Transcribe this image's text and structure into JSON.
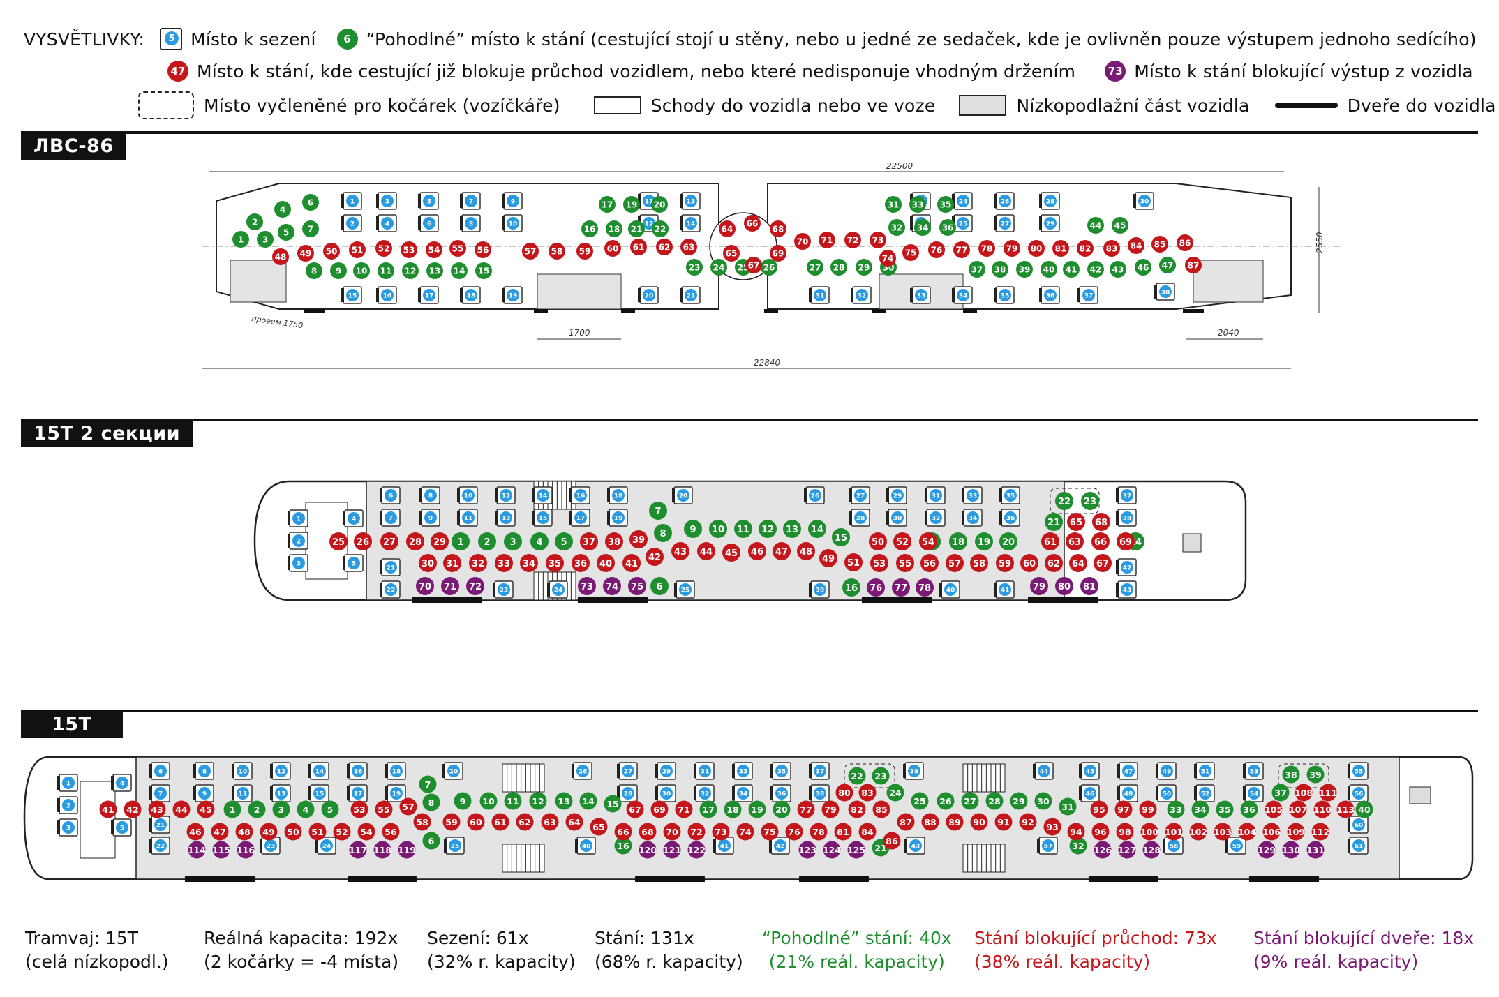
{
  "colors": {
    "seat": "#2a9be0",
    "comfort_standing": "#1f8e2f",
    "blocking_aisle": "#c4171c",
    "blocking_door": "#7b1a75"
  },
  "legend": {
    "heading": "VYSVĚTLIVKY:",
    "seat_num": "5",
    "seat_label": "Místo k sezení",
    "comfort_num": "6",
    "comfort_label": "“Pohodlné” místo k stání (cestující stojí u stěny, nebo u jedné ze sedaček, kde je ovlivněn pouze výstupem jednoho sedícího)",
    "aisle_num": "47",
    "aisle_label": "Místo k stání, kde cestující již blokuje průchod vozidlem, nebo které nedisponuje vhodným držením",
    "door_num": "73",
    "door_label": "Místo k stání blokující výstup z vozidla",
    "stroller_label": "Místo vyčleněné pro kočárek (vozíčkáře)",
    "stairs_label": "Schody do vozidla nebo ve voze",
    "lowfloor_label": "Nízkopodlažní část vozidla",
    "door_icon_label": "Dveře do vozidla"
  },
  "sections": {
    "lvs": {
      "title": "ЛВС-86",
      "dims": {
        "total_top": "22500",
        "total_bottom": "22840",
        "height": "2550",
        "passage": "проеем 1750",
        "door_gap": "1700",
        "cab": "2040"
      }
    },
    "t15_2": {
      "title": "15T  2 секции"
    },
    "t15": {
      "title": "15T"
    }
  },
  "footer": {
    "tram_label": "Tramvaj: 15T",
    "tram_sub": "(celá nízkopodl.)",
    "capacity_label": "Reálná kapacita: 192x",
    "capacity_sub": "(2 kočárky = -4 místa)",
    "seated_label": "Sezení: 61x",
    "seated_sub": "(32% r. kapacity)",
    "standing_label": "Stání: 131x",
    "standing_sub": "(68% r. kapacity)",
    "comfort_label": "“Pohodlné” stání: 40x",
    "comfort_sub": "(21% reál. kapacity)",
    "aisle_label": "Stání blokující průchod: 73x",
    "aisle_sub": "(38% reál. kapacity)",
    "door_label": "Stání blokující dveře: 18x",
    "door_sub": "(9% reál. kapacity)"
  }
}
